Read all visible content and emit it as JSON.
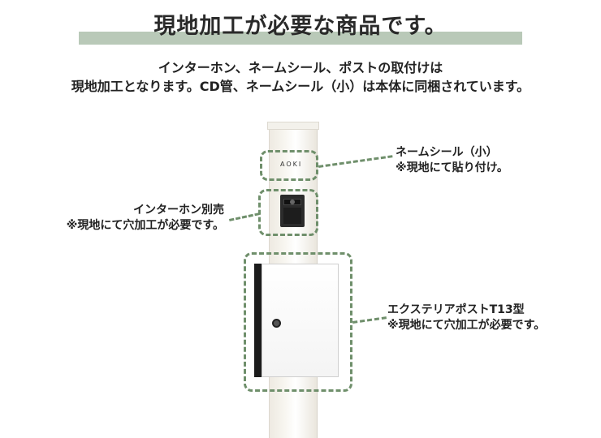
{
  "header": {
    "title": "現地加工が必要な商品です。"
  },
  "intro": {
    "line1": "インターホン、ネームシール、ポストの取付けは",
    "line2": "現地加工となります。CD管、ネームシール（小）は本体に同梱されています。"
  },
  "nameplate": {
    "text": "AOKI"
  },
  "callouts": {
    "name_seal": {
      "line1": "ネームシール（小）",
      "line2": "※現地にて貼り付け。"
    },
    "intercom": {
      "line1": "インターホン別売",
      "line2": "※現地にて穴加工が必要です。"
    },
    "post": {
      "line1": "エクステリアポストT13型",
      "line2": "※現地にて穴加工が必要です。"
    }
  },
  "colors": {
    "accent_bar": "#b9c9b8",
    "dash": "#6f8f6b"
  }
}
